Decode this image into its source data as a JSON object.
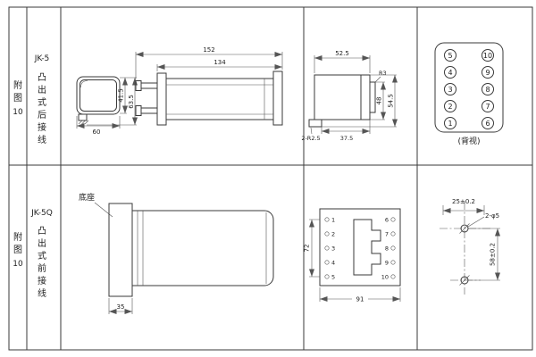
{
  "rows": {
    "r1": {
      "fig1": "附",
      "fig2": "图",
      "fig3": "10",
      "model": "JK-5",
      "c1": "凸",
      "c2": "出",
      "c3": "式",
      "c4": "后",
      "c5": "接",
      "c6": "线"
    },
    "r2": {
      "fig1": "附",
      "fig2": "图",
      "fig3": "10",
      "model": "JK-5Q",
      "c1": "凸",
      "c2": "出",
      "c3": "式",
      "c4": "前",
      "c5": "接",
      "c6": "线"
    }
  },
  "front_view": {
    "width": "60",
    "h_inner": "41.5",
    "h_outer": "63.5"
  },
  "side_view": {
    "len_total": "152",
    "len_body": "134"
  },
  "rear_dims": {
    "w_top": "52.5",
    "radius": "R3",
    "h_inner": "48",
    "h_outer": "54.5",
    "corner": "2-R2.5",
    "w_bottom": "37.5"
  },
  "terminal_view": {
    "left": [
      "5",
      "4",
      "3",
      "2",
      "1"
    ],
    "right": [
      "10",
      "9",
      "8",
      "7",
      "6"
    ],
    "caption": "(背视)"
  },
  "base_view": {
    "label": "底座",
    "depth": "35"
  },
  "panel_view": {
    "height": "72",
    "width": "91",
    "left_terms": [
      "1",
      "2",
      "3",
      "4",
      "5"
    ],
    "right_terms": [
      "6",
      "7",
      "8",
      "9",
      "10"
    ]
  },
  "drill_view": {
    "h_dim": "25±0.2",
    "holes": "2-φ5",
    "v_dim": "58±0.2"
  }
}
